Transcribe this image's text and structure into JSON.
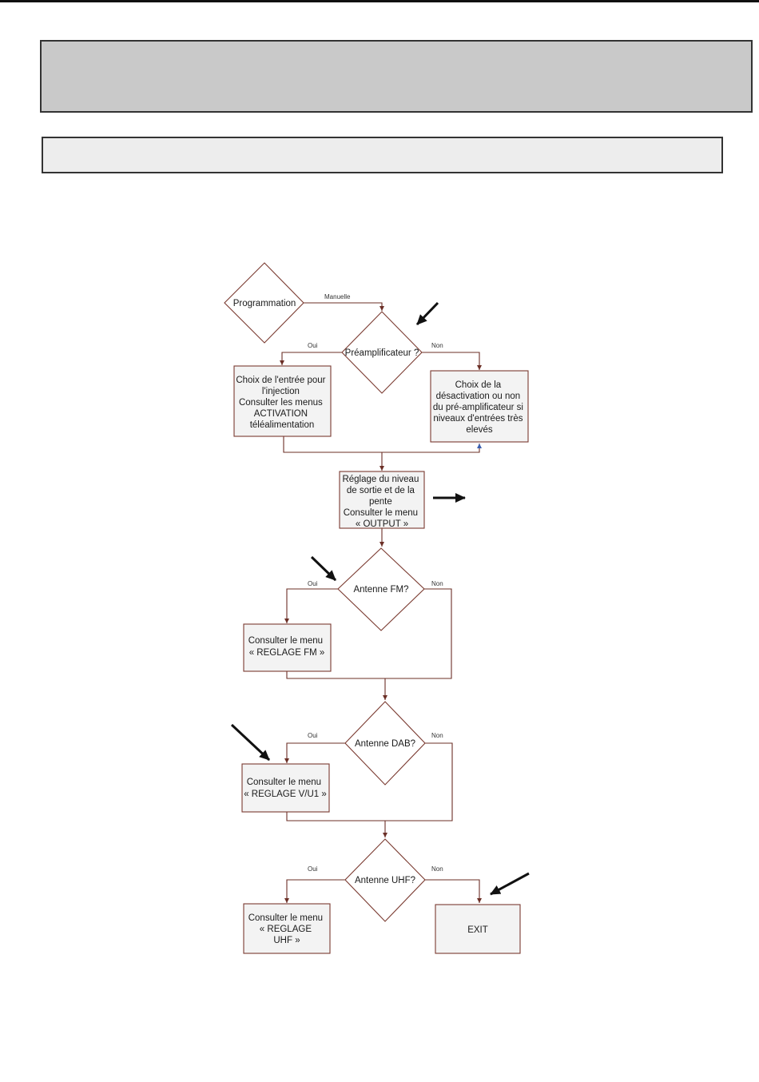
{
  "header": {
    "title": "",
    "subtitle": ""
  },
  "flowchart": {
    "decisions": {
      "programmation": "Programmation",
      "preamplificateur": "Préamplificateur ?",
      "antenne_fm": "Antenne FM?",
      "antenne_dab": "Antenne DAB?",
      "antenne_uhf": "Antenne UHF?"
    },
    "edge_labels": {
      "manuelle": "Manuelle",
      "oui": "Oui",
      "non": "Non"
    },
    "boxes": {
      "choix_entree": [
        "Choix de l'entrée pour",
        "l'injection",
        "Consulter les menus",
        "ACTIVATION",
        "téléalimentation"
      ],
      "choix_desactivation": [
        "Choix de la",
        "désactivation ou non",
        "du pré-amplificateur si",
        "niveaux d'entrées très",
        "elevés"
      ],
      "reglage_sortie": [
        "Réglage du niveau",
        "de sortie et de la",
        "pente",
        "Consulter le menu",
        "« OUTPUT »"
      ],
      "reglage_fm": [
        "Consulter le menu",
        "« REGLAGE FM »"
      ],
      "reglage_vu1": [
        "Consulter le menu",
        "« REGLAGE V/U1 »"
      ],
      "reglage_uhf": [
        "Consulter le menu",
        "« REGLAGE",
        "UHF »"
      ],
      "exit": [
        "EXIT"
      ]
    }
  },
  "colors": {
    "line": "#6b2f26",
    "header_band": "#c9c9c9",
    "sub_band": "#ededed"
  }
}
